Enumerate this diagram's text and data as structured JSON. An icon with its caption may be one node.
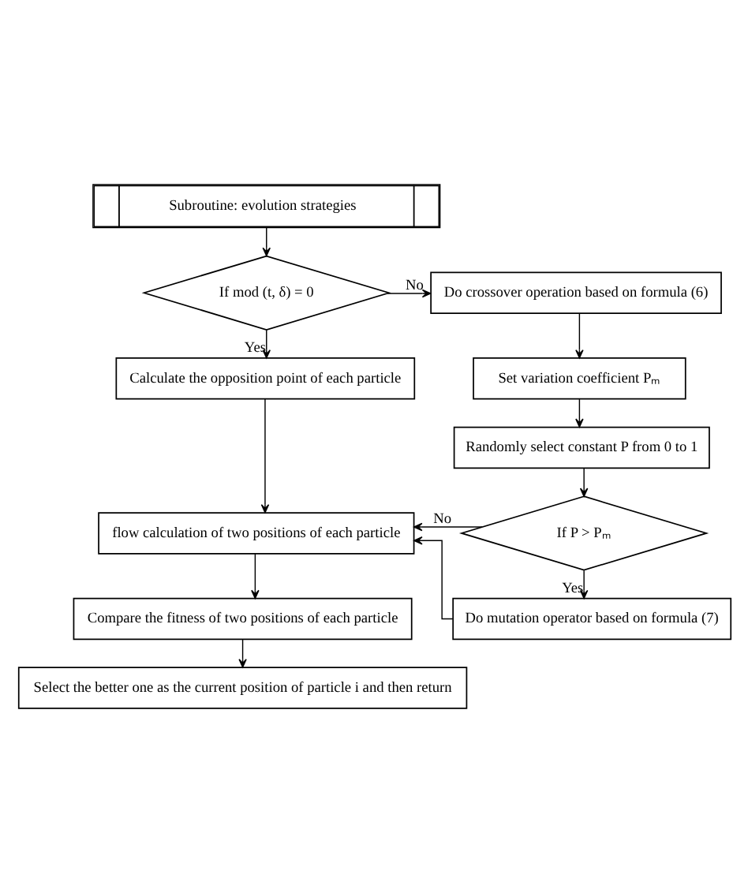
{
  "diagram": {
    "nodes": [
      {
        "text": [
          "Subroutine: evolution strategies"
        ]
      },
      {
        "text": [
          "If mod (t, δ) = 0"
        ]
      },
      {
        "text": [
          "Do crossover operation based on formula (6)"
        ]
      },
      {
        "text": [
          "Calculate the opposition point of each particle"
        ]
      },
      {
        "text": [
          "Set variation coefficient Pₘ"
        ]
      },
      {
        "text": [
          "Randomly select constant P from 0 to 1"
        ]
      },
      {
        "text": [
          "If P > Pₘ"
        ]
      },
      {
        "text": [
          "flow calculation of two positions of each particle"
        ]
      },
      {
        "text": [
          "Do mutation operator based on formula (7)"
        ]
      },
      {
        "text": [
          "Compare the fitness of two positions of each particle"
        ]
      },
      {
        "text": [
          "Select the better one as the current position of particle i and then return"
        ]
      }
    ],
    "edges": [
      {
        "from": 0,
        "to": 1,
        "arrow": "to"
      },
      {
        "from": 1,
        "to": 2,
        "arrow": "to",
        "label": "No"
      },
      {
        "from": 1,
        "to": 3,
        "arrow": "to",
        "label": "Yes"
      },
      {
        "from": 2,
        "to": 4,
        "arrow": "to"
      },
      {
        "from": 4,
        "to": 5,
        "arrow": "to"
      },
      {
        "from": 5,
        "to": 6,
        "arrow": "to"
      },
      {
        "from": 3,
        "to": 7,
        "arrow": "to"
      },
      {
        "from": 6,
        "to": 7,
        "arrow": "to",
        "label": "No"
      },
      {
        "from": 6,
        "to": 8,
        "arrow": "to",
        "label": "Yes"
      },
      {
        "from": 8,
        "to": 7,
        "arrow": "to"
      },
      {
        "from": 7,
        "to": 9,
        "arrow": "to"
      },
      {
        "from": 9,
        "to": 10,
        "arrow": "to"
      }
    ]
  }
}
